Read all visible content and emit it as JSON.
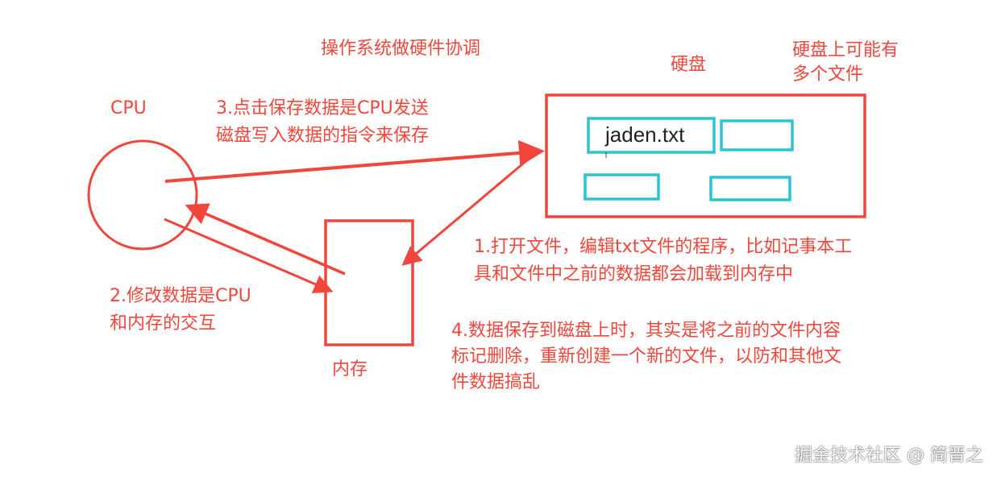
{
  "colors": {
    "accent": "#f0463c",
    "file_box": "#2cc4d2"
  },
  "title": "操作系统做硬件协调",
  "cpu": {
    "label": "CPU"
  },
  "disk": {
    "label": "硬盘",
    "note": [
      "硬盘上可能有",
      "多个文件"
    ]
  },
  "memory": {
    "label": "内存"
  },
  "file": {
    "name": "jaden.txt"
  },
  "steps": {
    "step1": [
      "1.打开文件，编辑txt文件的程序，比如记事本工",
      "具和文件中之前的数据都会加载到内存中"
    ],
    "step2": [
      "2.修改数据是CPU",
      "和内存的交互"
    ],
    "step3": [
      "3.点击保存数据是CPU发送",
      "磁盘写入数据的指令来保存"
    ],
    "step4": [
      "4.数据保存到磁盘上时，其实是将之前的文件内容",
      "标记删除，重新创建一个新的文件，以防和其他文",
      "件数据搞乱"
    ]
  },
  "watermark": "掘金技术社区 @ 简晋之"
}
